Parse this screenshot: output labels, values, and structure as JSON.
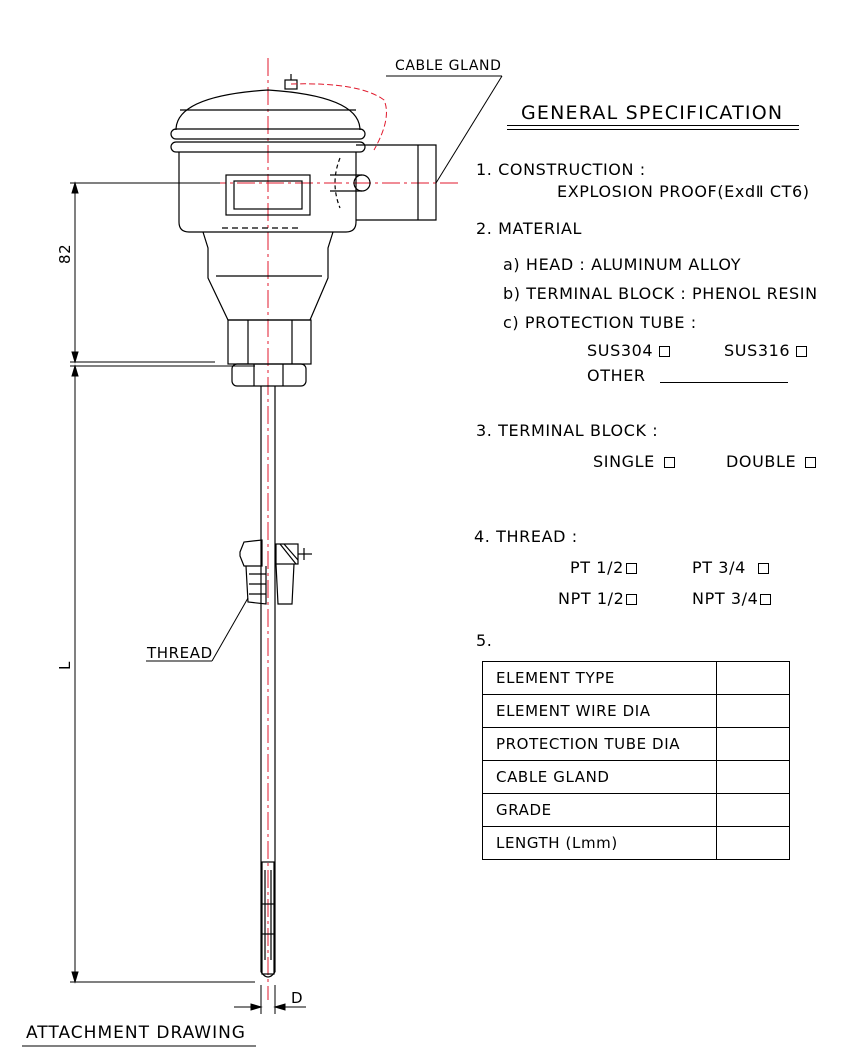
{
  "drawing": {
    "cable_gland_label": "CABLE GLAND",
    "dimension_head": "82",
    "dimension_length": "L",
    "dimension_diameter": "D",
    "thread_label": "THREAD",
    "footer_title": "ATTACHMENT DRAWING"
  },
  "spec": {
    "title": "GENERAL SPECIFICATION",
    "construction": {
      "label": "1. CONSTRUCTION :",
      "value": "EXPLOSION PROOF(ExdⅡ  CT6)"
    },
    "material": {
      "label": "2. MATERIAL",
      "head": "a) HEAD : ALUMINUM ALLOY",
      "terminal_block": "b) TERMINAL BLOCK : PHENOL RESIN",
      "protection_tube": "c) PROTECTION TUBE :",
      "sus304": "SUS304",
      "sus316": "SUS316",
      "other": "OTHER"
    },
    "terminal_block": {
      "label": "3. TERMINAL BLOCK :",
      "single": "SINGLE",
      "double": "DOUBLE"
    },
    "thread": {
      "label": "4. THREAD :",
      "pt_half": "PT 1/2",
      "pt_three_quarter": "PT 3/4",
      "npt_half": "NPT 1/2",
      "npt_three_quarter": "NPT 3/4"
    },
    "table_label": "5.",
    "table_rows": [
      {
        "label": "ELEMENT TYPE",
        "value": ""
      },
      {
        "label": "ELEMENT WIRE DIA",
        "value": ""
      },
      {
        "label": "PROTECTION TUBE DIA",
        "value": ""
      },
      {
        "label": "CABLE GLAND",
        "value": ""
      },
      {
        "label": "GRADE",
        "value": ""
      },
      {
        "label": "LENGTH (Lmm)",
        "value": ""
      }
    ]
  }
}
